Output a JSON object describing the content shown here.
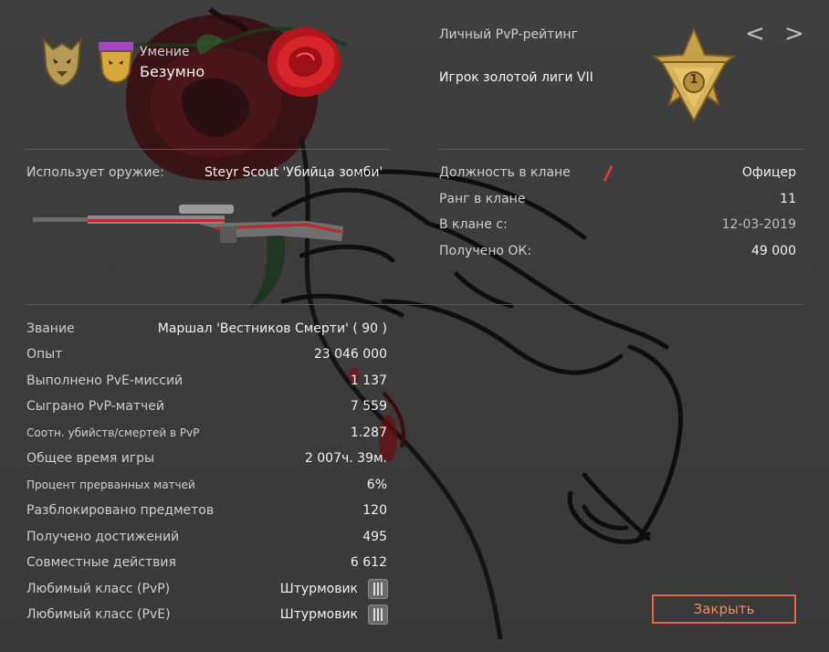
{
  "profile": {
    "skill_label": "Умение",
    "skill_value": "Безумно",
    "rating_label": "Личный PvP-рейтинг",
    "league_text": "Игрок золотой лиги VII",
    "league_rank_number": "1",
    "nav_prev": "<",
    "nav_next": ">"
  },
  "weapon": {
    "label": "Использует оружие:",
    "name": "Steyr Scout 'Убийца зомби'"
  },
  "clan": {
    "rows": [
      {
        "label": "Должность в клане",
        "value": "Офицер"
      },
      {
        "label": "Ранг в клане",
        "value": "11"
      },
      {
        "label": "В клане с:",
        "value": "12-03-2019"
      },
      {
        "label": "Получено ОК:",
        "value": "49 000"
      }
    ]
  },
  "stats": {
    "rows": [
      {
        "label": "Звание",
        "value": "Маршал 'Вестников Смерти' ( 90 )"
      },
      {
        "label": "Опыт",
        "value": "23 046 000"
      },
      {
        "label": "Выполнено PvE-миссий",
        "value": "1 137"
      },
      {
        "label": "Сыграно PvP-матчей",
        "value": "7 559"
      },
      {
        "label": "Соотн. убийств/смертей в PvP",
        "value": "1.287"
      },
      {
        "label": "Общее время игры",
        "value": "2 007ч. 39м."
      },
      {
        "label": "Процент прерванных матчей",
        "value": "6%"
      },
      {
        "label": "Разблокировано предметов",
        "value": "120"
      },
      {
        "label": "Получено достижений",
        "value": "495"
      },
      {
        "label": "Совместные действия",
        "value": "6 612"
      },
      {
        "label": "Любимый класс (PvP)",
        "value": "Штурмовик"
      },
      {
        "label": "Любимый класс (PvE)",
        "value": "Штурмовик"
      }
    ]
  },
  "actions": {
    "close_label": "Закрыть"
  },
  "colors": {
    "accent": "#e8693f",
    "rose": "#d0232b"
  }
}
